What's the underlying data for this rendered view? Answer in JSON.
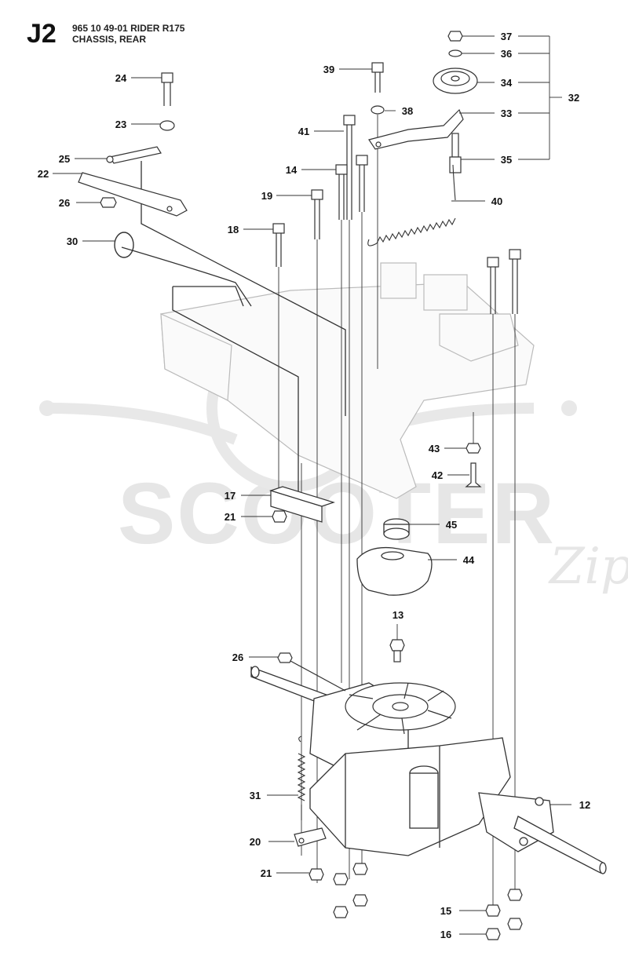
{
  "header": {
    "code": "J2",
    "line1": "965 10 49-01 RIDER R175",
    "line2": "CHASSIS, REAR"
  },
  "watermark": {
    "text": "SCOOTER",
    "script": "Zip"
  },
  "callouts": [
    {
      "id": "37",
      "label": "37"
    },
    {
      "id": "36",
      "label": "36"
    },
    {
      "id": "34",
      "label": "34"
    },
    {
      "id": "32",
      "label": "32"
    },
    {
      "id": "33",
      "label": "33"
    },
    {
      "id": "35",
      "label": "35"
    },
    {
      "id": "39",
      "label": "39"
    },
    {
      "id": "38",
      "label": "38"
    },
    {
      "id": "41",
      "label": "41"
    },
    {
      "id": "14",
      "label": "14"
    },
    {
      "id": "19",
      "label": "19"
    },
    {
      "id": "40",
      "label": "40"
    },
    {
      "id": "18",
      "label": "18"
    },
    {
      "id": "24",
      "label": "24"
    },
    {
      "id": "23",
      "label": "23"
    },
    {
      "id": "25",
      "label": "25"
    },
    {
      "id": "22",
      "label": "22"
    },
    {
      "id": "26a",
      "label": "26"
    },
    {
      "id": "30",
      "label": "30"
    },
    {
      "id": "43",
      "label": "43"
    },
    {
      "id": "42",
      "label": "42"
    },
    {
      "id": "17",
      "label": "17"
    },
    {
      "id": "21a",
      "label": "21"
    },
    {
      "id": "45",
      "label": "45"
    },
    {
      "id": "44",
      "label": "44"
    },
    {
      "id": "13",
      "label": "13"
    },
    {
      "id": "26b",
      "label": "26"
    },
    {
      "id": "31",
      "label": "31"
    },
    {
      "id": "12",
      "label": "12"
    },
    {
      "id": "20",
      "label": "20"
    },
    {
      "id": "21b",
      "label": "21"
    },
    {
      "id": "15",
      "label": "15"
    },
    {
      "id": "16",
      "label": "16"
    }
  ]
}
